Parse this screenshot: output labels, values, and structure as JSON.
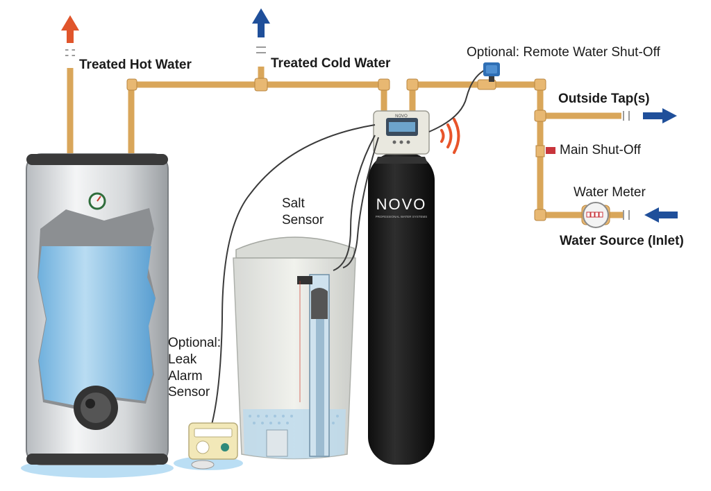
{
  "labels": {
    "treated_hot_water": "Treated Hot Water",
    "treated_cold_water": "Treated Cold Water",
    "remote_shutoff": "Optional: Remote Water Shut-Off",
    "outside_taps": "Outside Tap(s)",
    "main_shutoff": "Main Shut-Off",
    "water_meter": "Water Meter",
    "water_source": "Water Source (Inlet)",
    "salt_sensor": [
      "Salt",
      "Sensor"
    ],
    "leak_alarm": [
      "Optional:",
      "Leak",
      "Alarm",
      "Sensor"
    ]
  },
  "brand": {
    "tank_logo": "NOVO",
    "tank_tagline": "PROFESSIONAL WATER SYSTEMS",
    "valve_logo": "NOVO"
  },
  "colors": {
    "copper_pipe": "#d9a65a",
    "hot_arrow": "#e0552b",
    "cold_arrow": "#1f4f9a",
    "water": "#8fc4e6",
    "wifi_signal": "#e8542a",
    "tank_black": "#1c1c1c"
  },
  "icons": {
    "hot_outlet": "arrow-up-icon",
    "cold_outlet": "arrow-up-icon",
    "outside_tap_flow": "arrow-right-icon",
    "inlet_flow": "arrow-left-icon",
    "wireless": "wifi-signal-icon"
  }
}
